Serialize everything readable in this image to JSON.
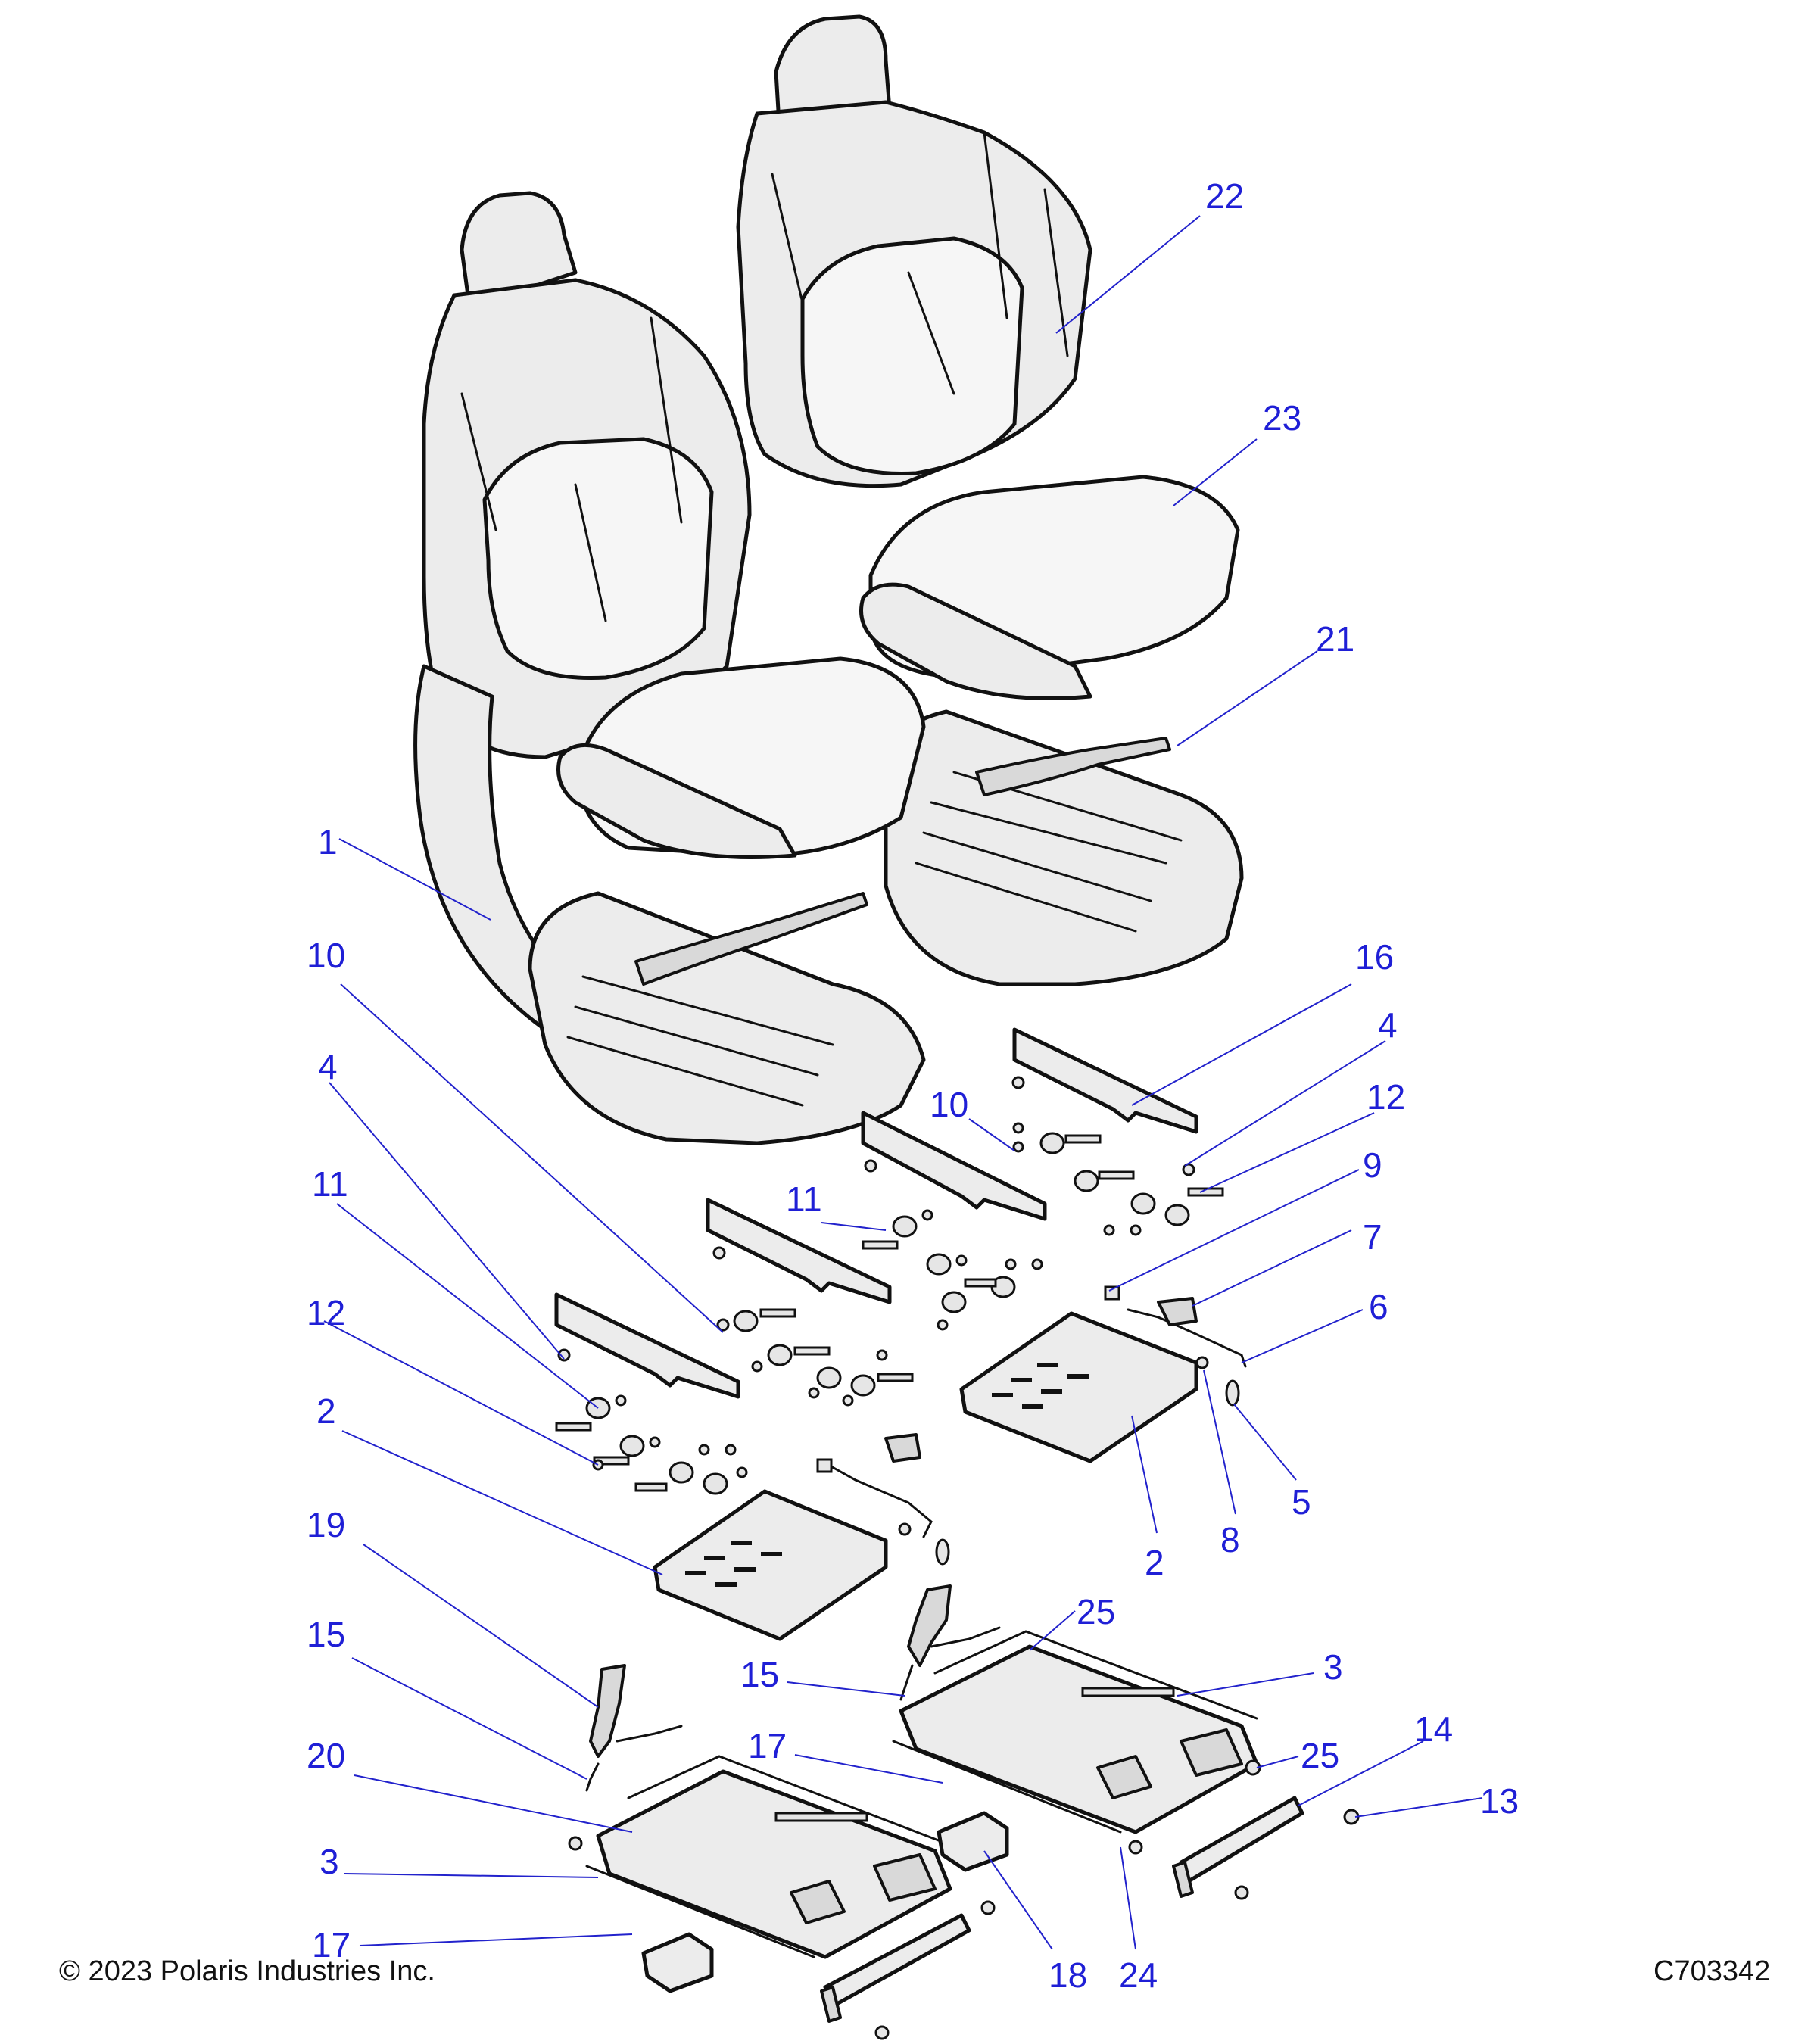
{
  "footer": {
    "copyright": "© 2023 Polaris Industries Inc.",
    "drawing_number": "C703342"
  },
  "callouts": [
    {
      "id": "c22",
      "label": "22"
    },
    {
      "id": "c23",
      "label": "23"
    },
    {
      "id": "c21",
      "label": "21"
    },
    {
      "id": "c1",
      "label": "1"
    },
    {
      "id": "c16",
      "label": "16"
    },
    {
      "id": "c10a",
      "label": "10"
    },
    {
      "id": "c10b",
      "label": "10"
    },
    {
      "id": "c4a",
      "label": "4"
    },
    {
      "id": "c4b",
      "label": "4"
    },
    {
      "id": "c12a",
      "label": "12"
    },
    {
      "id": "c12b",
      "label": "12"
    },
    {
      "id": "c9",
      "label": "9"
    },
    {
      "id": "c11a",
      "label": "11"
    },
    {
      "id": "c11b",
      "label": "11"
    },
    {
      "id": "c7",
      "label": "7"
    },
    {
      "id": "c6",
      "label": "6"
    },
    {
      "id": "c2a",
      "label": "2"
    },
    {
      "id": "c2b",
      "label": "2"
    },
    {
      "id": "c8",
      "label": "8"
    },
    {
      "id": "c5",
      "label": "5"
    },
    {
      "id": "c19",
      "label": "19"
    },
    {
      "id": "c25a",
      "label": "25"
    },
    {
      "id": "c25b",
      "label": "25"
    },
    {
      "id": "c3a",
      "label": "3"
    },
    {
      "id": "c3b",
      "label": "3"
    },
    {
      "id": "c15a",
      "label": "15"
    },
    {
      "id": "c15b",
      "label": "15"
    },
    {
      "id": "c14",
      "label": "14"
    },
    {
      "id": "c17a",
      "label": "17"
    },
    {
      "id": "c17b",
      "label": "17"
    },
    {
      "id": "c20",
      "label": "20"
    },
    {
      "id": "c13",
      "label": "13"
    },
    {
      "id": "c18",
      "label": "18"
    },
    {
      "id": "c24",
      "label": "24"
    }
  ]
}
